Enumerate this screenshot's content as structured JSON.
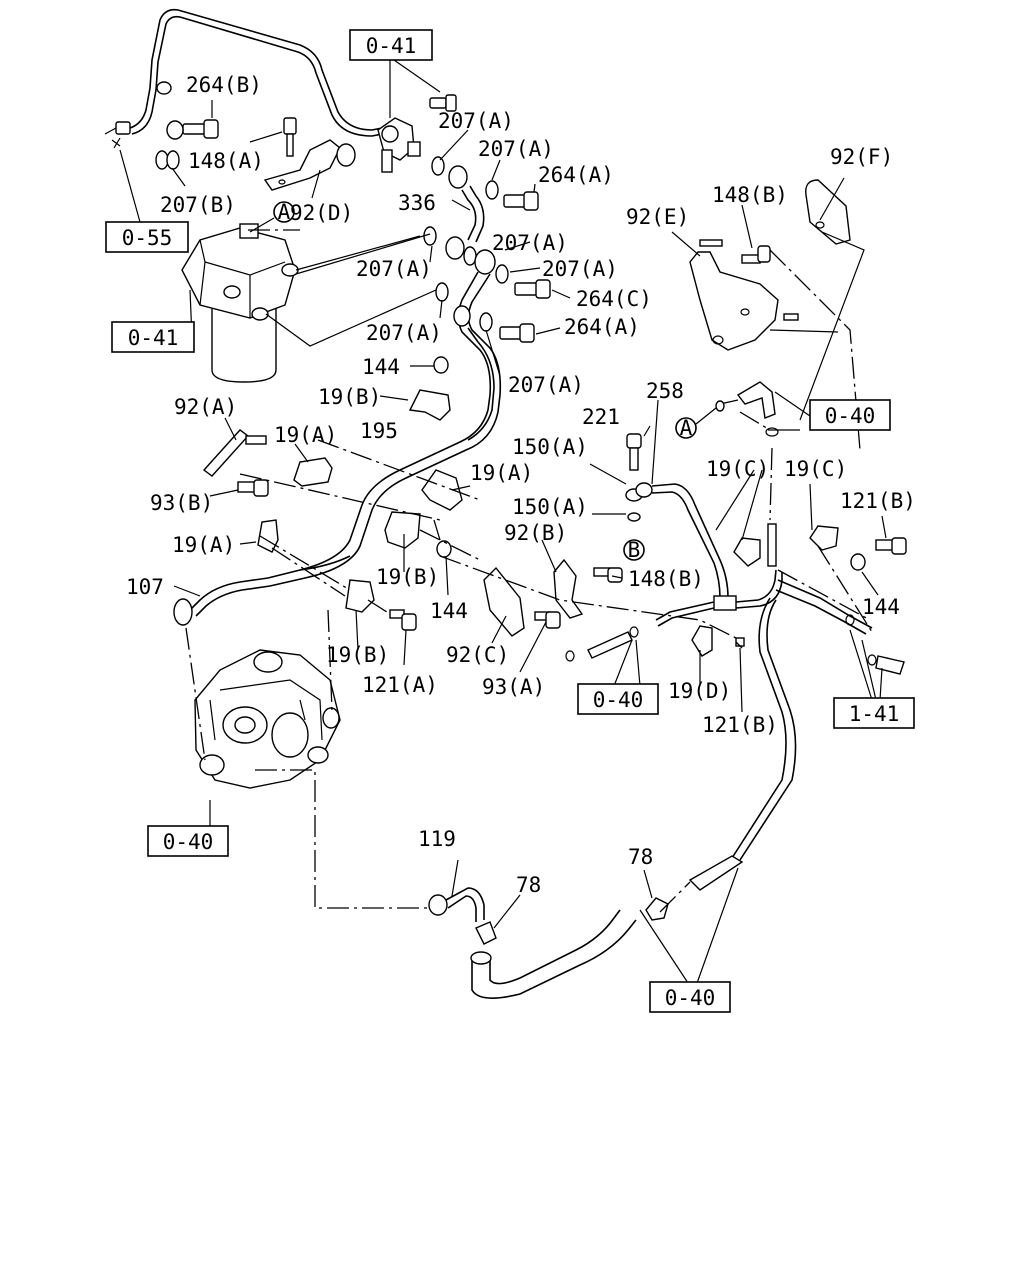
{
  "labels": [
    {
      "id": "l264b_top",
      "text": "264(B)"
    },
    {
      "id": "l148a",
      "text": "148(A)"
    },
    {
      "id": "l207b",
      "text": "207(B)"
    },
    {
      "id": "l92d",
      "text": "92(D)"
    },
    {
      "id": "l207a_1",
      "text": "207(A)"
    },
    {
      "id": "l207a_2",
      "text": "207(A)"
    },
    {
      "id": "l264a_1",
      "text": "264(A)"
    },
    {
      "id": "l336",
      "text": "336"
    },
    {
      "id": "l207a_3",
      "text": "207(A)"
    },
    {
      "id": "l207a_4",
      "text": "207(A)"
    },
    {
      "id": "l207a_5",
      "text": "207(A)"
    },
    {
      "id": "l264c",
      "text": "264(C)"
    },
    {
      "id": "l207a_6",
      "text": "207(A)"
    },
    {
      "id": "l264a_2",
      "text": "264(A)"
    },
    {
      "id": "l207a_7",
      "text": "207(A)"
    },
    {
      "id": "l144_1",
      "text": "144"
    },
    {
      "id": "l19b_1",
      "text": "19(B)"
    },
    {
      "id": "l92a",
      "text": "92(A)"
    },
    {
      "id": "l19a_1",
      "text": "19(A)"
    },
    {
      "id": "l195",
      "text": "195"
    },
    {
      "id": "l93b",
      "text": "93(B)"
    },
    {
      "id": "l19a_2",
      "text": "19(A)"
    },
    {
      "id": "l19a_3",
      "text": "19(A)"
    },
    {
      "id": "l107",
      "text": "107"
    },
    {
      "id": "l19b_2",
      "text": "19(B)"
    },
    {
      "id": "l144_2",
      "text": "144"
    },
    {
      "id": "l19b_3",
      "text": "19(B)"
    },
    {
      "id": "l121a",
      "text": "121(A)"
    },
    {
      "id": "l92f",
      "text": "92(F)"
    },
    {
      "id": "l148b_1",
      "text": "148(B)"
    },
    {
      "id": "l92e",
      "text": "92(E)"
    },
    {
      "id": "l258",
      "text": "258"
    },
    {
      "id": "l221",
      "text": "221"
    },
    {
      "id": "l150a_1",
      "text": "150(A)"
    },
    {
      "id": "l150a_2",
      "text": "150(A)"
    },
    {
      "id": "l92b",
      "text": "92(B)"
    },
    {
      "id": "l148b_2",
      "text": "148(B)"
    },
    {
      "id": "l92c",
      "text": "92(C)"
    },
    {
      "id": "l93a",
      "text": "93(A)"
    },
    {
      "id": "l19c_1",
      "text": "19(C)"
    },
    {
      "id": "l19c_2",
      "text": "19(C)"
    },
    {
      "id": "l121b_1",
      "text": "121(B)"
    },
    {
      "id": "l144_3",
      "text": "144"
    },
    {
      "id": "l19d",
      "text": "19(D)"
    },
    {
      "id": "l121b_2",
      "text": "121(B)"
    },
    {
      "id": "l119",
      "text": "119"
    },
    {
      "id": "l78_1",
      "text": "78"
    },
    {
      "id": "l78_2",
      "text": "78"
    }
  ],
  "boxed_refs": [
    {
      "id": "b041_top",
      "text": "0-41"
    },
    {
      "id": "b055",
      "text": "0-55"
    },
    {
      "id": "b041_left",
      "text": "0-41"
    },
    {
      "id": "b040_right",
      "text": "0-40"
    },
    {
      "id": "b040_mid",
      "text": "0-40"
    },
    {
      "id": "b141",
      "text": "1-41"
    },
    {
      "id": "b040_left",
      "text": "0-40"
    },
    {
      "id": "b040_bottom",
      "text": "0-40"
    }
  ],
  "circled_markers": [
    {
      "id": "cA_1",
      "text": "A"
    },
    {
      "id": "cA_2",
      "text": "A"
    },
    {
      "id": "cB",
      "text": "B"
    }
  ]
}
